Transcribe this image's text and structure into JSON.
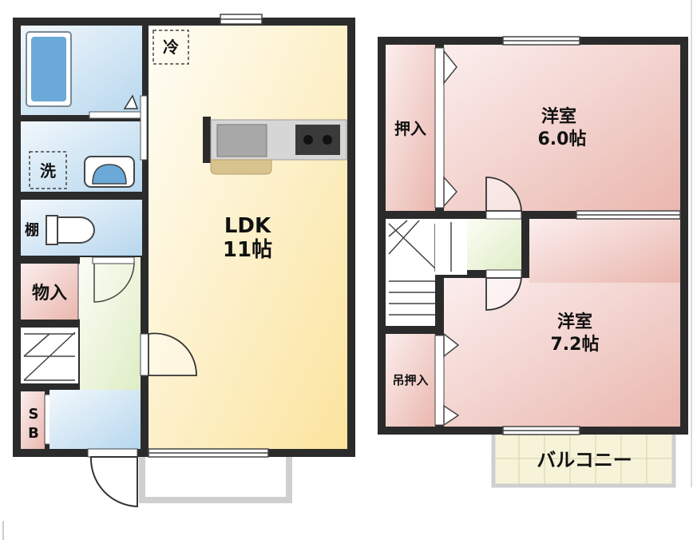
{
  "floor_plan": {
    "ground_floor": {
      "ldk": {
        "name": "LDK",
        "size": "11帖"
      },
      "fridge_label": "冷",
      "washer_label": "洗",
      "shelf_label": "棚",
      "storage_label": "物入",
      "shoe_box_label_line1": "S",
      "shoe_box_label_line2": "B"
    },
    "upper_floor": {
      "room_top": {
        "name": "洋室",
        "size": "6.0帖"
      },
      "room_bottom": {
        "name": "洋室",
        "size": "7.2帖"
      },
      "closet_top_label": "押入",
      "closet_bottom_label": "吊押入",
      "balcony_label": "バルコニー"
    }
  },
  "colors": {
    "wall": "#2b2b2b",
    "ldk_light": "#fdf8ea",
    "ldk_dark": "#fbe7a6",
    "bath_blue": "#cde4f2",
    "rooms_pink": "#f1c7c1",
    "hall_green": "#eaf3d8",
    "balcony": "#f6f3d9"
  }
}
